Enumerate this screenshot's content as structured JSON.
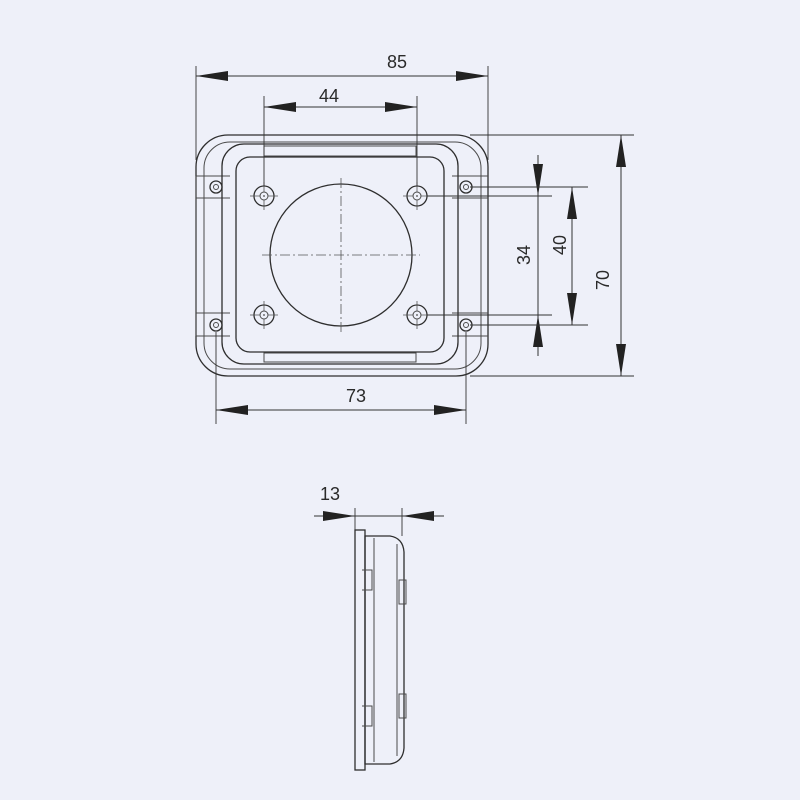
{
  "dimensions": {
    "overall_width": "85",
    "hole_spacing_horizontal": "44",
    "hole_spacing_vertical": "34",
    "inner_height": "40",
    "overall_height": "70",
    "body_width": "73",
    "depth": "13"
  },
  "colors": {
    "background": "#eef0f9",
    "line": "#2e2e2e"
  }
}
